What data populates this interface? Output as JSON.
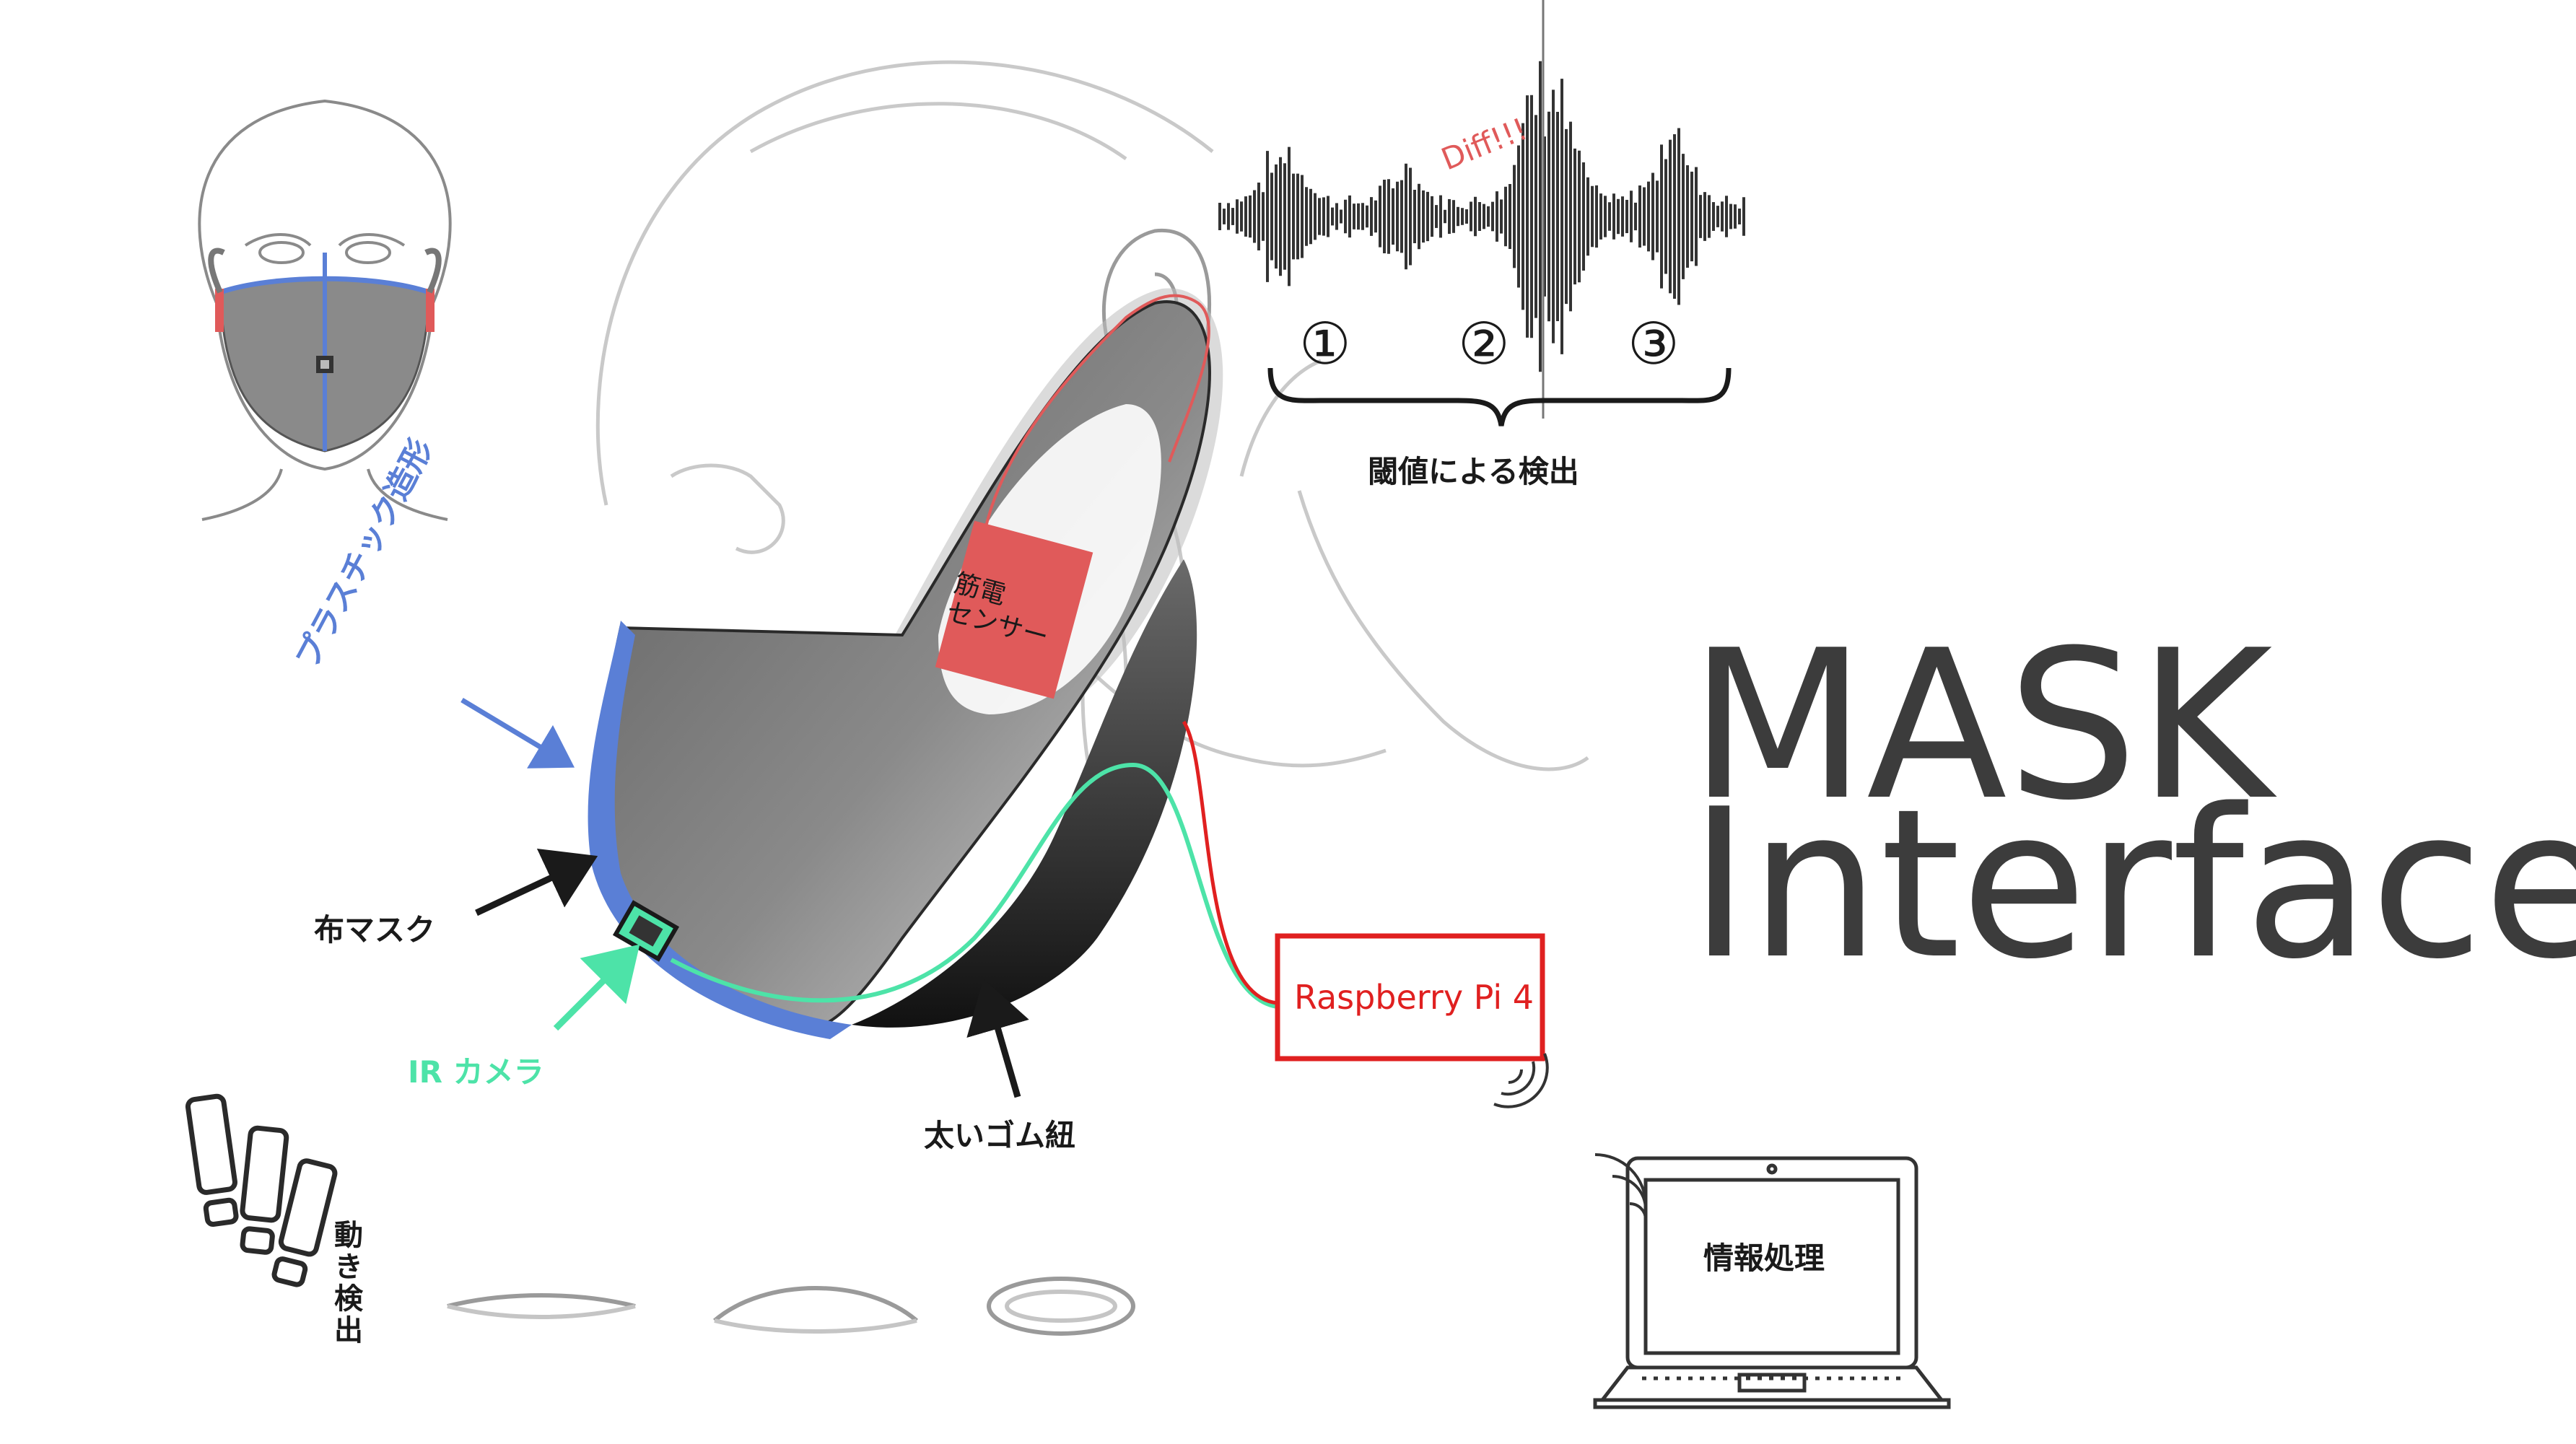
{
  "title": {
    "line1": "MASK",
    "line2": "Interface",
    "color": "#3c3c3c"
  },
  "labels": {
    "plastic_frame": "プラスチック造形",
    "cloth_mask": "布マスク",
    "ir_camera": "IR カメラ",
    "rubber_strap": "太いゴム紐",
    "emg_sensor": "筋電\nセンサー",
    "raspberry_pi": "Raspberry Pi 4",
    "diff": "Diff!!!",
    "segment_1": "①",
    "segment_2": "②",
    "segment_3": "③",
    "threshold_detection": "閾値による検出",
    "motion_detection": "動き検出",
    "processing": "情報処理"
  },
  "colors": {
    "plastic_blue": "#5a7fd6",
    "sensor_red": "#e05a5a",
    "wire_red": "#e02020",
    "camera_green": "#4de3a8",
    "mask_gray": "#7a7a7a",
    "strap_black": "#1f1f1f",
    "ink": "#222222"
  }
}
